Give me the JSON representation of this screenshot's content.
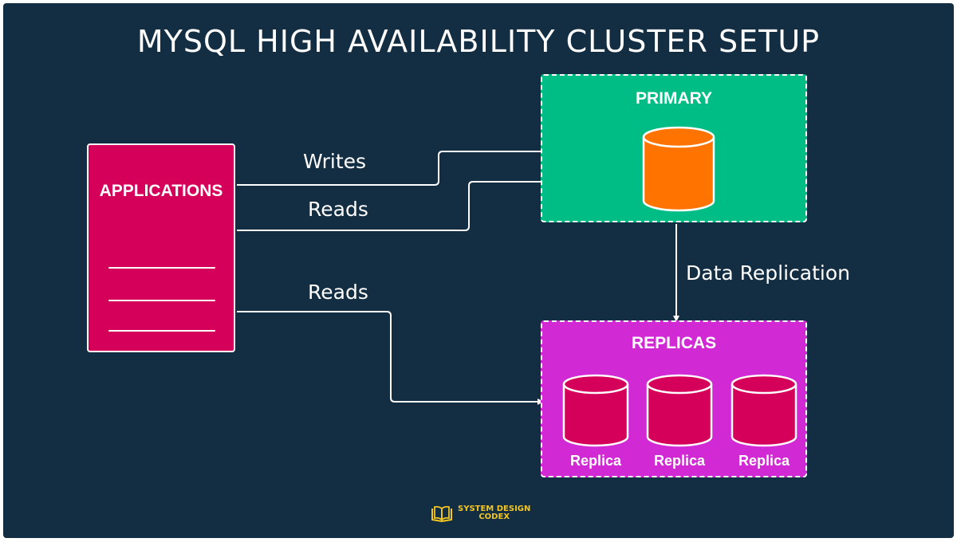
{
  "title": "MYSQL HIGH AVAILABILITY CLUSTER SETUP",
  "applications": {
    "label": "APPLICATIONS"
  },
  "primary": {
    "label": "PRIMARY"
  },
  "replicas": {
    "label": "REPLICAS",
    "items": [
      {
        "label": "Replica"
      },
      {
        "label": "Replica"
      },
      {
        "label": "Replica"
      }
    ]
  },
  "edges": {
    "writes": "Writes",
    "reads_primary": "Reads",
    "reads_replicas": "Reads",
    "replication": "Data Replication"
  },
  "brand": {
    "line1": "SYSTEM DESIGN",
    "line2": "CODEX"
  },
  "colors": {
    "background": "#132d42",
    "applications": "#d4005a",
    "primary_box": "#00bd85",
    "primary_db": "#ff7300",
    "replicas_box": "#d12ad4",
    "replica_db": "#d4005a",
    "brand": "#f3c623"
  }
}
